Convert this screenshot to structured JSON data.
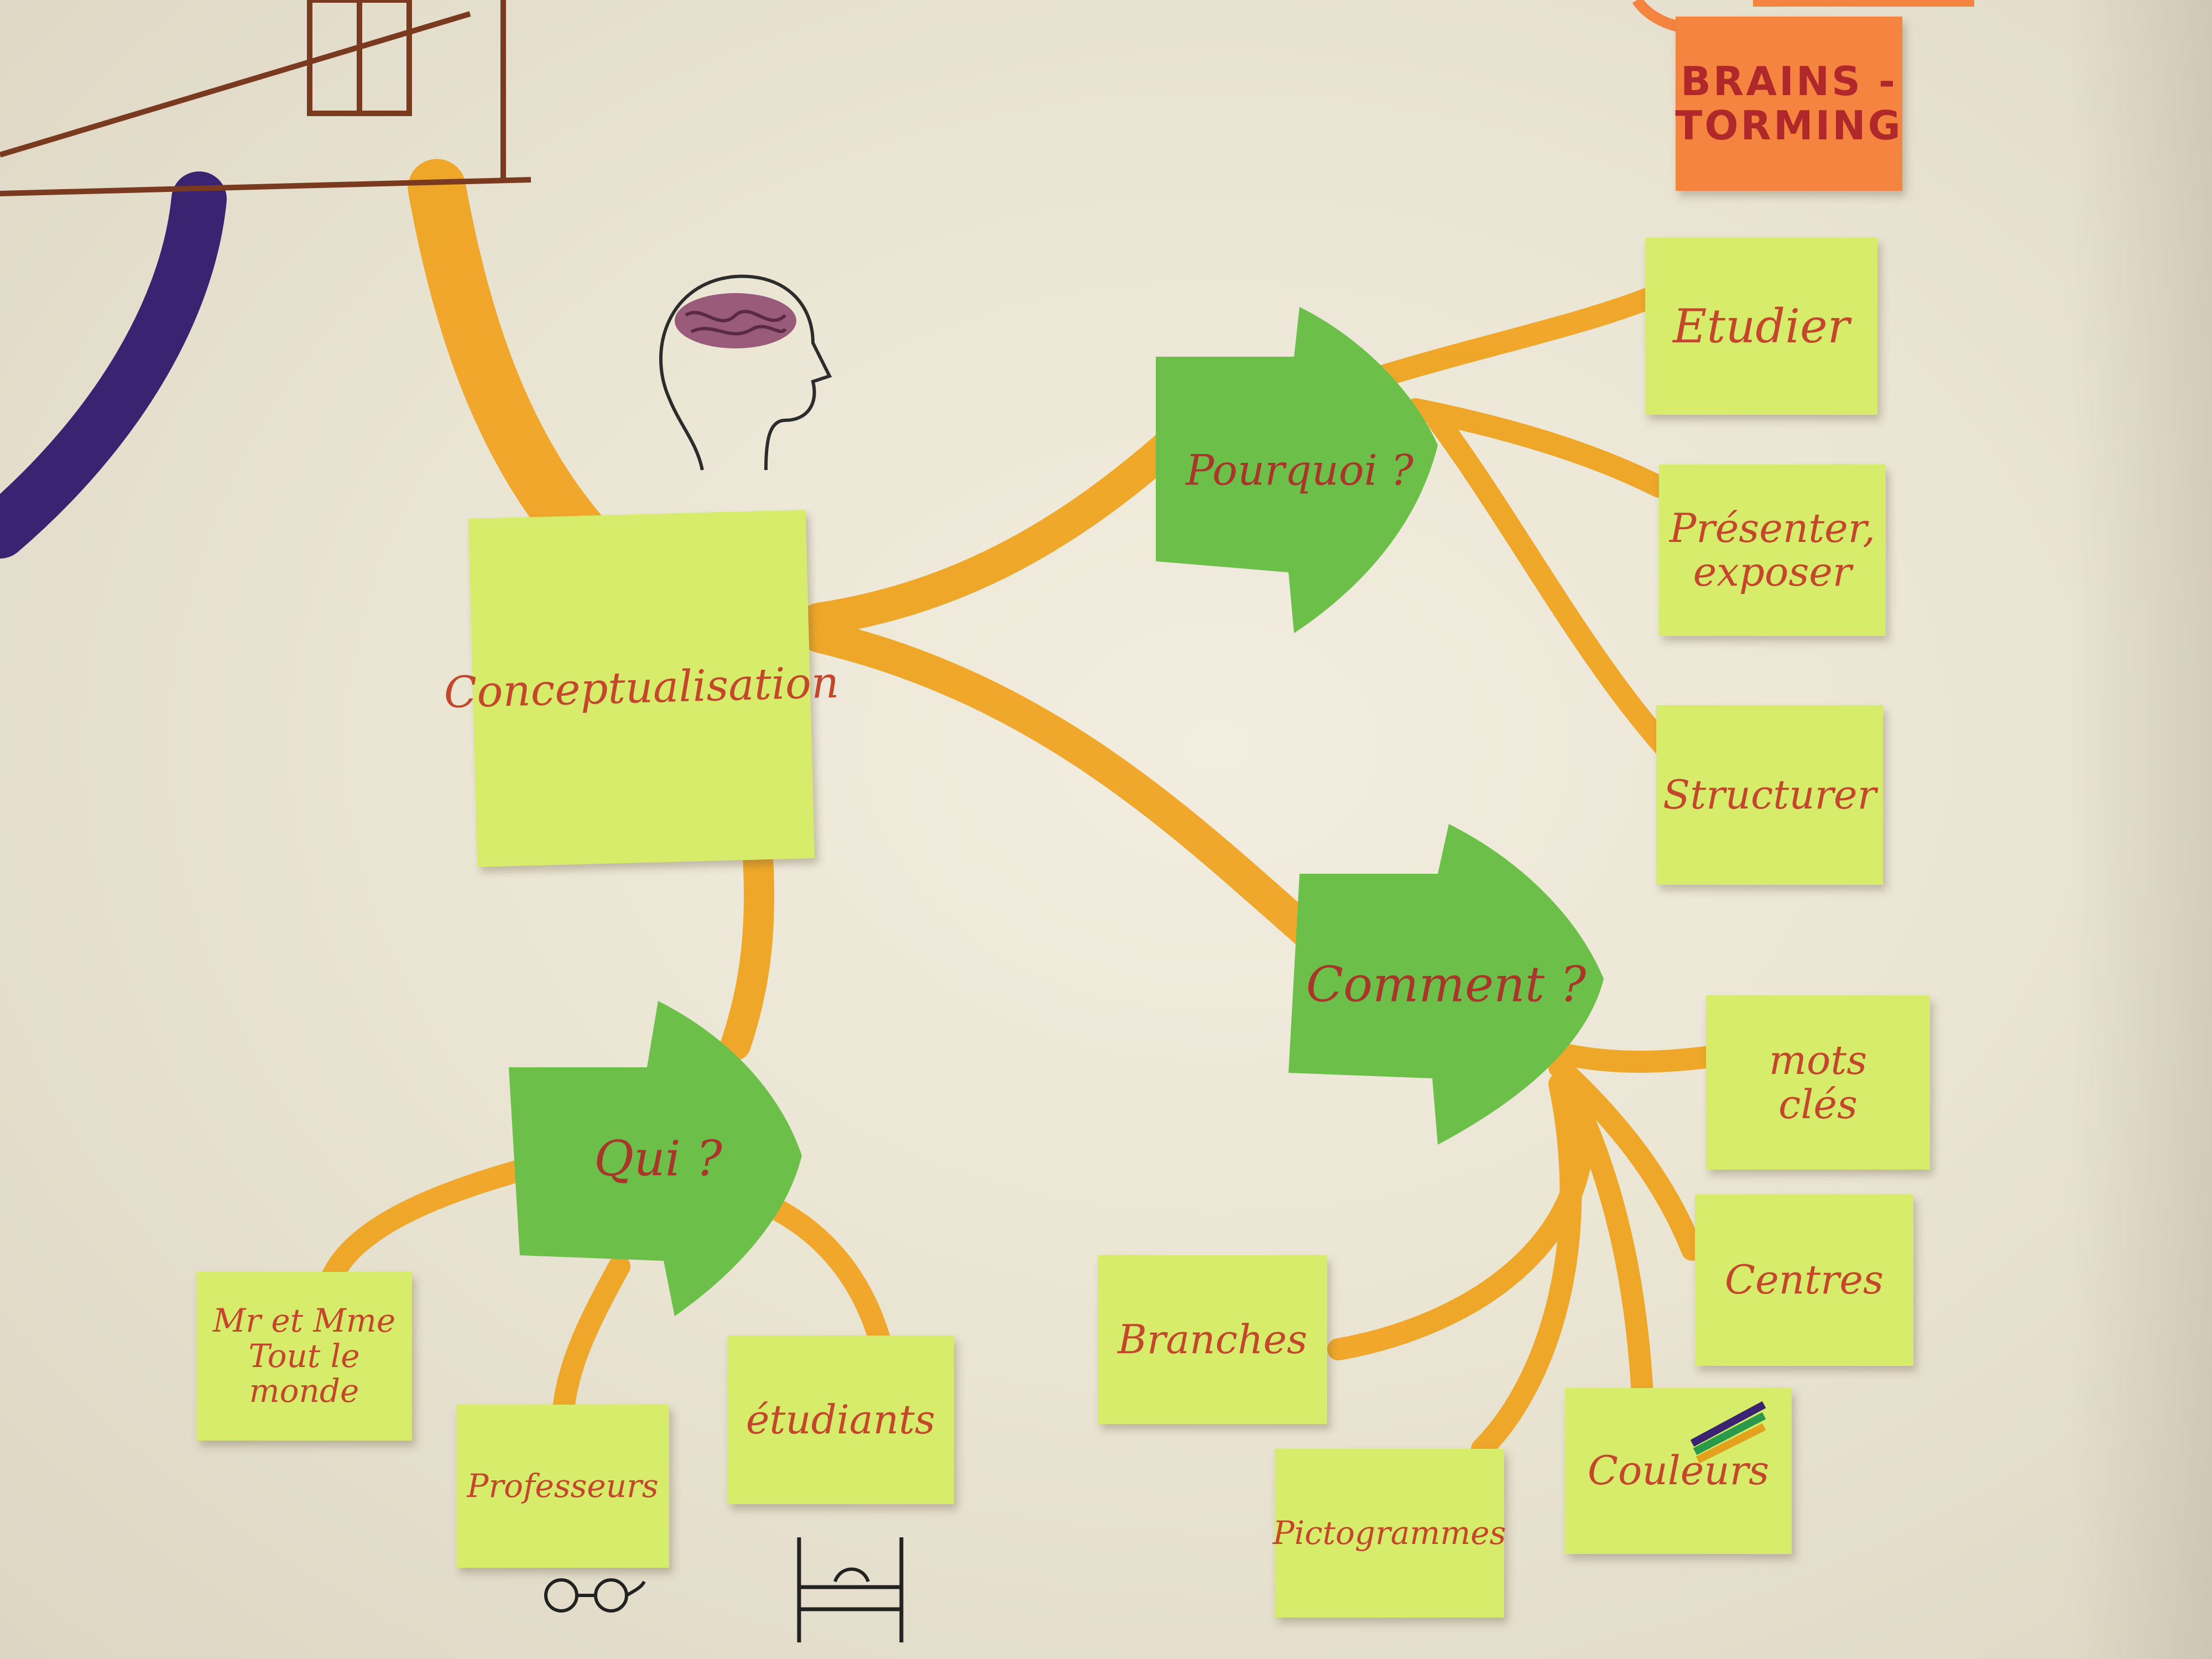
{
  "central": {
    "label": "Conceptualisation"
  },
  "brainstorming": {
    "label": "BRAINS -\nTORMING"
  },
  "questions": {
    "pourquoi": "Pourquoi ?",
    "comment": "Comment ?",
    "qui": "Qui ?"
  },
  "pourquoi_items": [
    "Etudier",
    "Présenter,\nexposer",
    "Structurer"
  ],
  "comment_items": [
    "mots\nclés",
    "Centres",
    "Couleurs",
    "Pictogrammes",
    "Branches"
  ],
  "qui_items": [
    "Mr et Mme\nTout le\nmonde",
    "Professeurs",
    "étudiants"
  ],
  "colors": {
    "sticky_note": "#d6ec6a",
    "arrow": "#6cc04a",
    "branch": "#f0a21c",
    "ink": "#c4462d",
    "orange_note": "#f4843f"
  },
  "icons": [
    "brain-head-icon",
    "glasses-icon",
    "student-desk-icon",
    "color-strokes-icon"
  ]
}
